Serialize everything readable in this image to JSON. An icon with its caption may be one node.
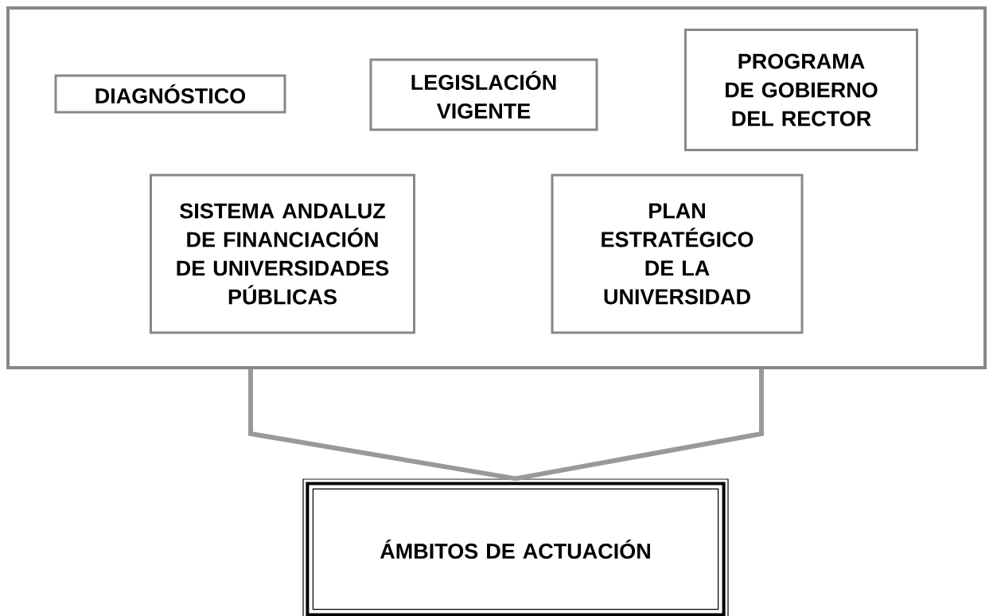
{
  "diagram": {
    "nodes": [
      {
        "text": [],
        "shape": "box"
      },
      {
        "text": [
          "DIAGNÓSTICO"
        ],
        "in": 0
      },
      {
        "text": [
          "LEGISLACIÓN VIGENTE"
        ],
        "in": 0
      },
      {
        "text": [
          "PROGRAMA DE GOBIERNO DEL RECTOR"
        ],
        "in": 0
      },
      {
        "text": [
          "SISTEMA ANDALUZ DE FINANCIACIÓN DE UNIVERSIDADES PÚBLICAS"
        ],
        "in": 0
      },
      {
        "text": [
          "PLAN ESTRATÉGICO DE LA UNIVERSIDAD"
        ],
        "in": 0
      },
      {
        "text": [
          "ÁMBITOS DE ACTUACIÓN"
        ]
      }
    ],
    "edges": [
      {
        "from": 0,
        "to": 6,
        "arrow": "none"
      }
    ]
  }
}
